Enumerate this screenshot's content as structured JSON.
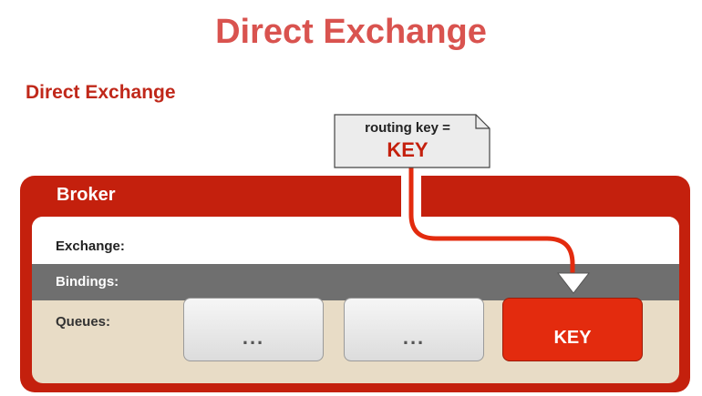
{
  "title": "Direct Exchange",
  "diagram": {
    "heading": "Direct Exchange",
    "message": {
      "routing_key_label": "routing key =",
      "routing_key_value": "KEY"
    },
    "broker": {
      "label": "Broker",
      "exchange_label": "Exchange:",
      "bindings_label": "Bindings:",
      "queues_label": "Queues:",
      "queues": [
        {
          "label": "...",
          "matched": false
        },
        {
          "label": "...",
          "matched": false
        },
        {
          "label": "KEY",
          "matched": true
        }
      ]
    },
    "colors": {
      "title": "#d9534f",
      "broker": "#c4200d",
      "bindings_bar": "#6f6f6f",
      "queue_area": "#e8dcc6",
      "matched_queue": "#e32b0e"
    }
  }
}
